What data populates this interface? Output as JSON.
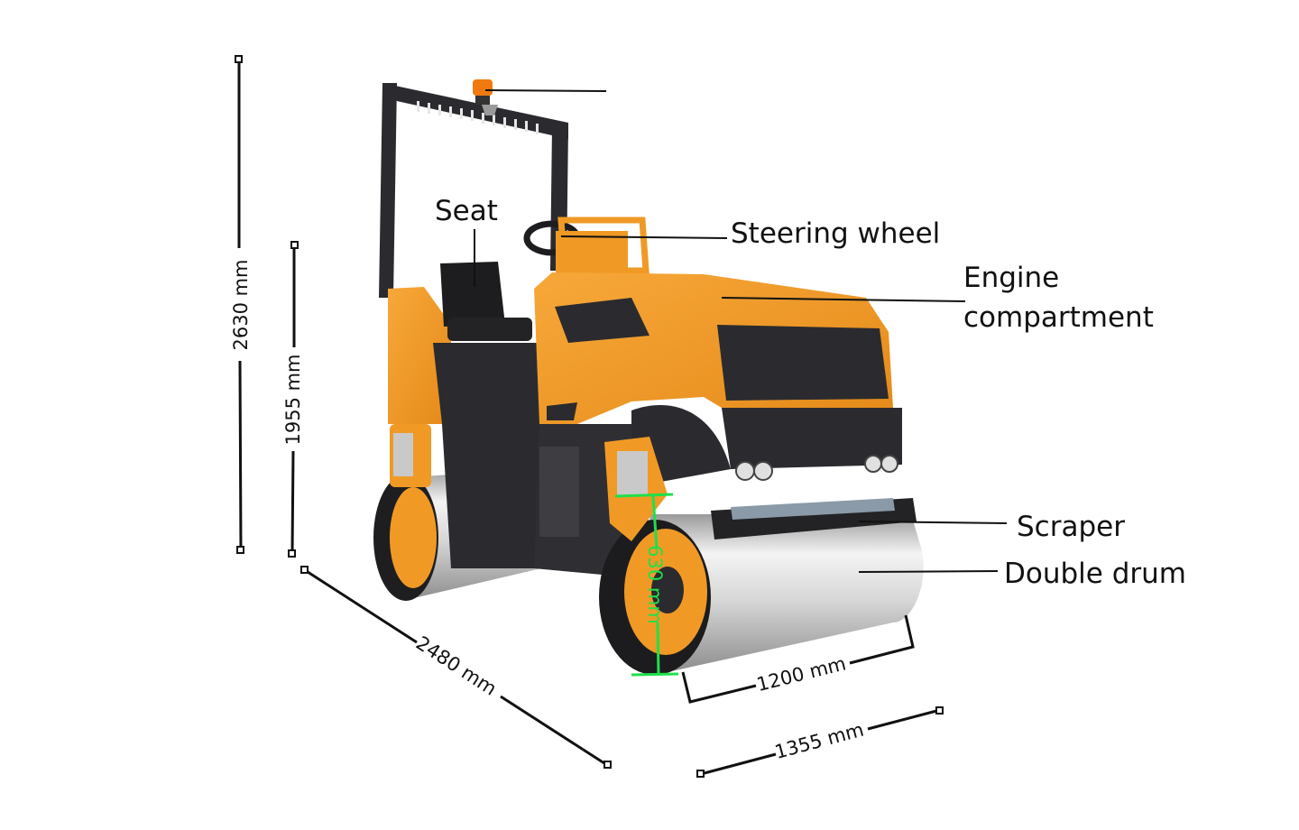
{
  "labels": {
    "seat": "Seat",
    "steering_wheel": "Steering wheel",
    "engine_line1": "Engine",
    "engine_line2": "compartment",
    "scraper": "Scraper",
    "double_drum": "Double drum"
  },
  "dimensions": {
    "overall_height": "2630 mm",
    "seat_height": "1955 mm",
    "length": "2480 mm",
    "width": "1355 mm",
    "drum_width": "1200 mm",
    "drum_diameter": "630 mm"
  },
  "colors": {
    "body": "#f09a25",
    "body_dark": "#c9741a",
    "frame": "#2b2b2f",
    "drum": "#d8d8d8",
    "accent_green": "#1fe04a",
    "beacon": "#f07a10"
  }
}
